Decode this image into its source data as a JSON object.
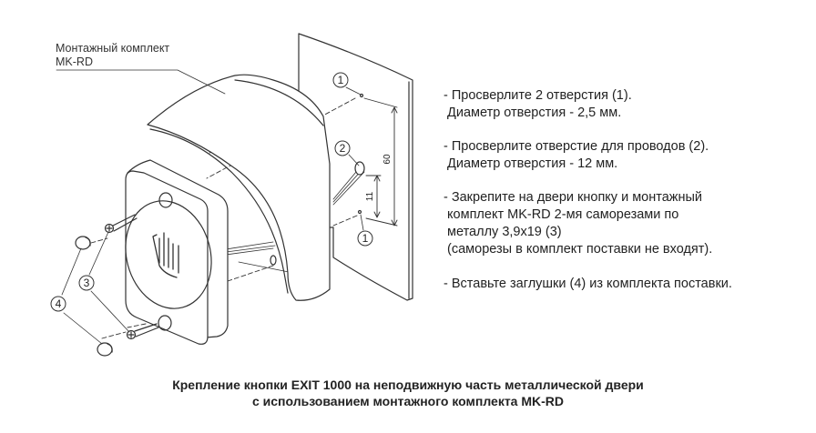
{
  "callout": {
    "line1": "Монтажный комплект",
    "line2": "MK-RD"
  },
  "markers": {
    "hole_top": "1",
    "wire_hole": "2",
    "hole_bottom": "1",
    "screws": "3",
    "plugs": "4"
  },
  "dimensions": {
    "spacing": "60",
    "offset": "11"
  },
  "instructions": [
    {
      "line1": "- Просверлите 2 отверстия (1).",
      "line2": " Диаметр отверстия - 2,5 мм."
    },
    {
      "line1": "- Просверлите отверстие для проводов (2).",
      "line2": " Диаметр отверстия - 12 мм."
    },
    {
      "line1": "- Закрепите на двери кнопку и монтажный",
      "line2": " комплект MK-RD 2-мя саморезами по",
      "line3": " металлу 3,9x19 (3)",
      "line4": " (саморезы в комплект поставки не входят)."
    },
    {
      "line1": "- Вставьте заглушки (4) из комплекта поставки."
    }
  ],
  "caption": {
    "line1": "Крепление кнопки EXIT 1000 на неподвижную часть металлической двери",
    "line2": "с использованием монтажного комплекта MK-RD"
  }
}
